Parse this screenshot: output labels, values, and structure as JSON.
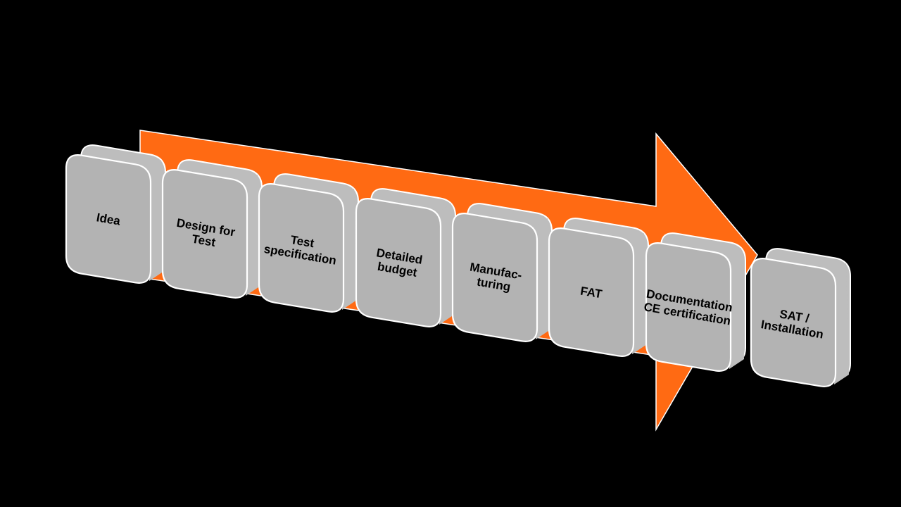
{
  "diagram": {
    "arrow_color": "#ff6a13",
    "box_face_color": "#b3b3b3",
    "box_side_color": "#bdbdbd",
    "box_edge_color": "#ffffff",
    "steps": [
      {
        "lines": [
          "Idea"
        ]
      },
      {
        "lines": [
          "Design for",
          "Test"
        ]
      },
      {
        "lines": [
          "Test",
          "specification"
        ]
      },
      {
        "lines": [
          "Detailed",
          "budget"
        ]
      },
      {
        "lines": [
          "Manufac-",
          "turing"
        ]
      },
      {
        "lines": [
          "FAT"
        ]
      },
      {
        "lines": [
          "Documentation",
          "CE certification"
        ]
      },
      {
        "lines": [
          "SAT /",
          "Installation"
        ]
      }
    ]
  }
}
